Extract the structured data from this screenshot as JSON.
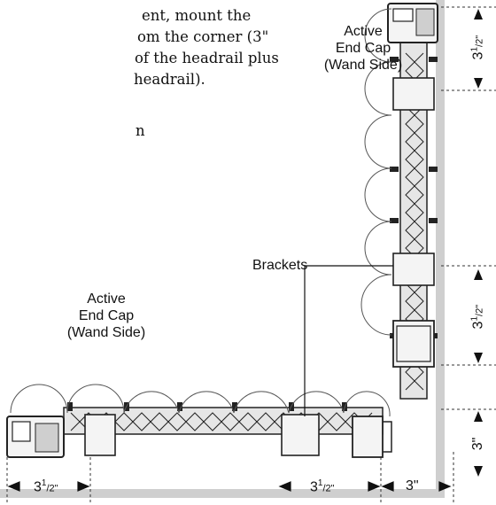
{
  "body_text": {
    "line1": "ent, mount the",
    "line2": "om the corner (3\"",
    "line3": "of the headrail plus",
    "line4": "headrail).",
    "line5": "n"
  },
  "labels": {
    "end_cap_top": [
      "Active",
      "End Cap",
      "(Wand Side)"
    ],
    "end_cap_left": [
      "Active",
      "End Cap",
      "(Wand Side)"
    ],
    "brackets": "Brackets"
  },
  "dimensions": {
    "bottom_left": {
      "whole": "3",
      "num": "1",
      "frac_tail": "/2\""
    },
    "bottom_mid": {
      "whole": "3",
      "num": "1",
      "frac_tail": "/2\""
    },
    "bottom_right": "3\"",
    "right_top": {
      "whole": "3",
      "num": "1",
      "frac_tail": "/2\""
    },
    "right_mid": {
      "whole": "3",
      "num": "1",
      "frac_tail": "/2\""
    },
    "right_bottom": "3\""
  }
}
